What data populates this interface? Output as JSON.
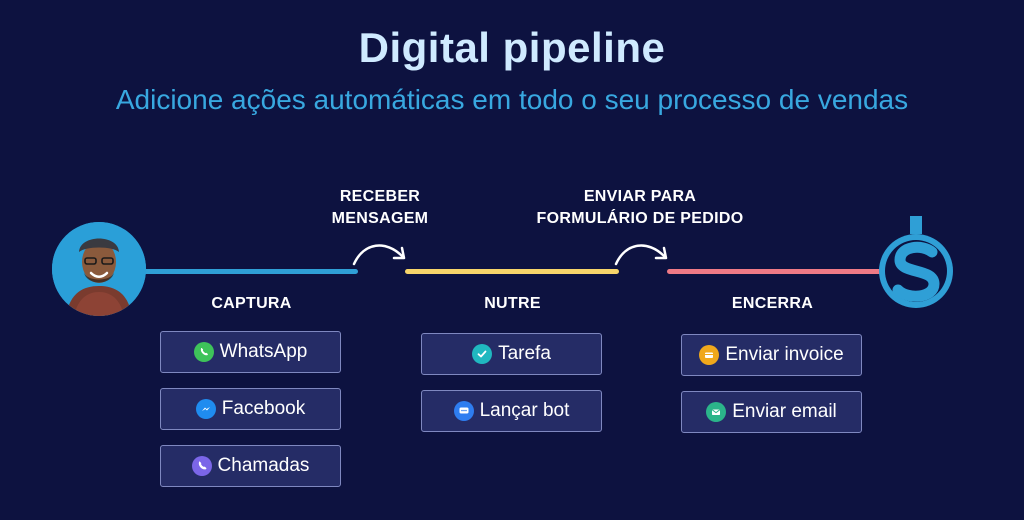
{
  "header": {
    "title": "Digital pipeline",
    "subtitle": "Adicione ações automáticas em todo o seu processo de vendas"
  },
  "colors": {
    "background": "#0d1240",
    "capture_line": "#2f9fd6",
    "nurture_line": "#f7d56a",
    "close_line": "#ef7a86",
    "title": "#cfeaff",
    "subtitle": "#38a8e0"
  },
  "transitions": [
    {
      "line1": "RECEBER",
      "line2": "MENSAGEM"
    },
    {
      "line1": "ENVIAR PARA",
      "line2": "FORMULÁRIO DE PEDIDO"
    }
  ],
  "stages": [
    {
      "label": "CAPTURA",
      "actions": [
        {
          "label": "WhatsApp",
          "icon": "whatsapp-icon",
          "color": "#3ec35a"
        },
        {
          "label": "Facebook",
          "icon": "messenger-icon",
          "color": "#1f8cf0"
        },
        {
          "label": "Chamadas",
          "icon": "phone-icon",
          "color": "#7b66e8"
        }
      ]
    },
    {
      "label": "NUTRE",
      "actions": [
        {
          "label": "Tarefa",
          "icon": "check-icon",
          "color": "#20b8c0"
        },
        {
          "label": "Lançar bot",
          "icon": "chat-bot-icon",
          "color": "#2e7df0"
        }
      ]
    },
    {
      "label": "ENCERRA",
      "actions": [
        {
          "label": "Enviar invoice",
          "icon": "invoice-icon",
          "color": "#f0a81c"
        },
        {
          "label": "Enviar email",
          "icon": "email-icon",
          "color": "#2bb58a"
        }
      ]
    }
  ]
}
